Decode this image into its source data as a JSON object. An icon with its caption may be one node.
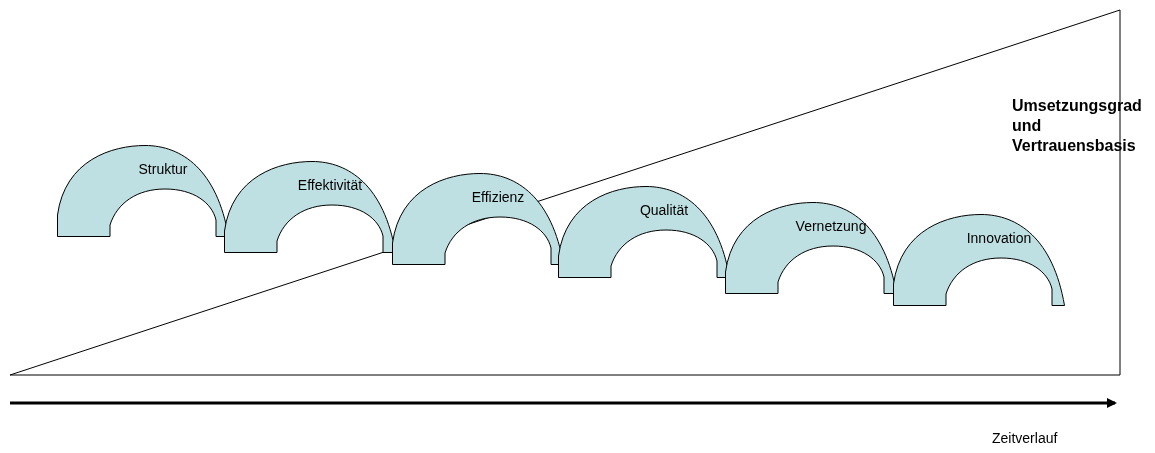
{
  "diagram": {
    "nodes": [
      {
        "text": [
          "Struktur"
        ]
      },
      {
        "text": [
          "Effektivität"
        ]
      },
      {
        "text": [
          "Effizienz"
        ]
      },
      {
        "text": [
          "Qualität"
        ]
      },
      {
        "text": [
          "Vernetzung"
        ]
      },
      {
        "text": [
          "Innovation"
        ]
      }
    ],
    "labels": [
      "Umsetzungsgrad und Vertrauensbasis",
      "Zeitverlauf"
    ]
  }
}
